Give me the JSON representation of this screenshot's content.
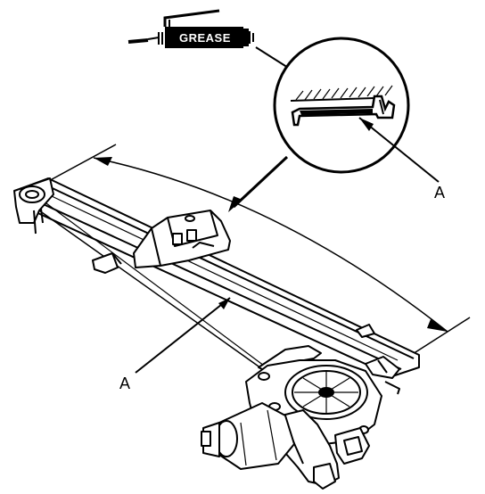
{
  "diagram": {
    "grease_tag": "GREASE",
    "callout_label_detail": "A",
    "callout_label_main": "A"
  },
  "icons": {
    "grease_tube": "grease-tube-icon",
    "magnifier": "detail-circle-icon",
    "regulator": "window-regulator-icon",
    "motor": "regulator-motor-icon"
  },
  "colors": {
    "ink": "#000000",
    "paper": "#ffffff"
  }
}
